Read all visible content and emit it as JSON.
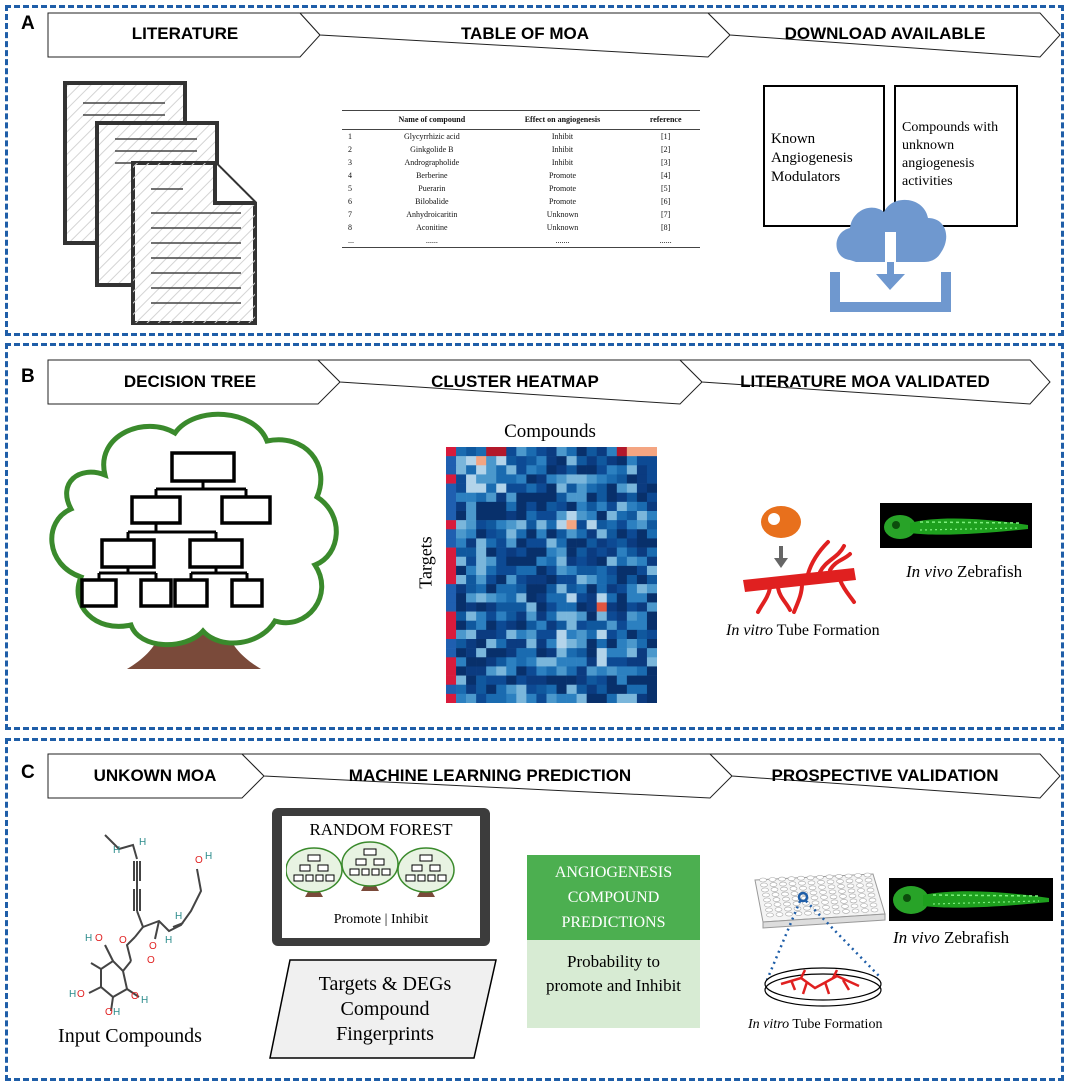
{
  "panels": [
    {
      "letter": "A",
      "steps": [
        "LITERATURE",
        "TABLE OF MOA",
        "DOWNLOAD AVAILABLE"
      ]
    },
    {
      "letter": "B",
      "steps": [
        "DECISION TREE",
        "CLUSTER HEATMAP",
        "LITERATURE MOA VALIDATED"
      ]
    },
    {
      "letter": "C",
      "steps": [
        "UNKOWN MOA",
        "MACHINE LEARNING PREDICTION",
        "PROSPECTIVE VALIDATION"
      ]
    }
  ],
  "moa_table": {
    "headers": [
      "",
      "Name of compound",
      "Effect on angiogenesis",
      "reference"
    ],
    "rows": [
      [
        "1",
        "Glycyrrhizic acid",
        "Inhibit",
        "[1]"
      ],
      [
        "2",
        "Ginkgolide B",
        "Inhibit",
        "[2]"
      ],
      [
        "3",
        "Andrographolide",
        "Inhibit",
        "[3]"
      ],
      [
        "4",
        "Berberine",
        "Promote",
        "[4]"
      ],
      [
        "5",
        "Puerarin",
        "Promote",
        "[5]"
      ],
      [
        "6",
        "Bilobalide",
        "Promote",
        "[6]"
      ],
      [
        "7",
        "Anhydroicaritin",
        "Unknown",
        "[7]"
      ],
      [
        "8",
        "Aconitine",
        "Unknown",
        "[8]"
      ],
      [
        "...",
        "......",
        ".......",
        "......"
      ]
    ]
  },
  "download": {
    "known_box": "Known Angiogenesis Modulators",
    "unknown_box": "Compounds with unknown angiogenesis activities",
    "cloud_color": "#6f98cf"
  },
  "heatmap": {
    "title": "Compounds",
    "ylabel": "Targets"
  },
  "validation_b": {
    "invivo_italic": "In vivo",
    "invivo_rest": " Zebrafish",
    "invitro_italic": "In vitro",
    "invitro_rest": " Tube Formation"
  },
  "panel_c": {
    "input_label": "Input Compounds",
    "rf_title": "RANDOM FOREST",
    "rf_caption": "Promote | Inhibit",
    "features": "Targets & DEGs Compound Fingerprints",
    "pred_header": "ANGIOGENESIS COMPOUND PREDICTIONS",
    "pred_body": "Probability to promote and Inhibit",
    "invivo_italic": "In vivo",
    "invivo_rest": " Zebrafish",
    "invitro_italic": "In vitro",
    "invitro_rest": " Tube Formation"
  },
  "colors": {
    "panel_border": "#1f5ea8",
    "tree_green": "#3a8a2c",
    "trunk": "#7a4a3a",
    "vessel_red": "#e02020",
    "pred_green": "#4caf50",
    "pred_light": "#d7ebd3"
  }
}
